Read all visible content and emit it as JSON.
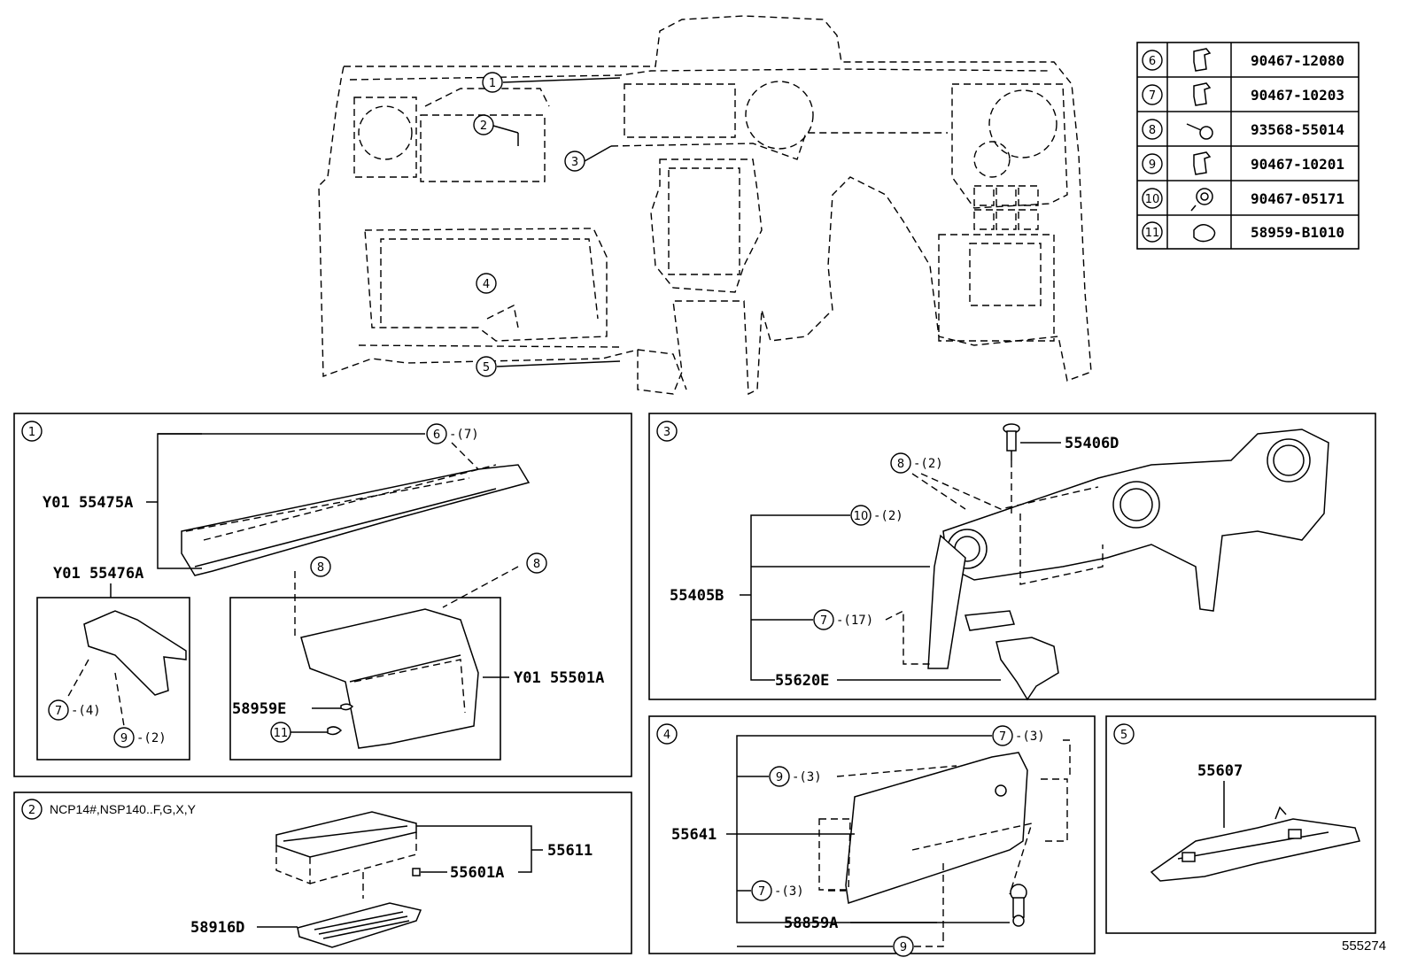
{
  "diagram_id": "555274",
  "main_callouts": [
    "1",
    "2",
    "3",
    "4",
    "5"
  ],
  "fastener_table": [
    {
      "ref": "6",
      "part_no": "90467-12080",
      "icon": "clip-icon"
    },
    {
      "ref": "7",
      "part_no": "90467-10203",
      "icon": "clip-icon"
    },
    {
      "ref": "8",
      "part_no": "93568-55014",
      "icon": "screw-icon"
    },
    {
      "ref": "9",
      "part_no": "90467-10201",
      "icon": "clip-icon"
    },
    {
      "ref": "10",
      "part_no": "90467-05171",
      "icon": "push-rivet-icon"
    },
    {
      "ref": "11",
      "part_no": "58959-B1010",
      "icon": "cushion-icon"
    }
  ],
  "panel1": {
    "ref": "1",
    "parts": {
      "upper_panel": "Y01 55475A",
      "side_piece": "Y01 55476A",
      "box_assy": "Y01 55501A",
      "cushion": "58959E"
    },
    "callouts": {
      "c6": {
        "ref": "6",
        "qty": "-(7)"
      },
      "c8a": {
        "ref": "8",
        "qty": ""
      },
      "c8b": {
        "ref": "8",
        "qty": ""
      },
      "c7": {
        "ref": "7",
        "qty": "-(4)"
      },
      "c9": {
        "ref": "9",
        "qty": "-(2)"
      },
      "c11": {
        "ref": "11",
        "qty": ""
      }
    }
  },
  "panel2": {
    "ref": "2",
    "variant": "NCP14#,NSP140..F,G,X,Y",
    "parts": {
      "tray_assy": "55611",
      "tray": "55601A",
      "mat": "58916D"
    }
  },
  "panel3": {
    "ref": "3",
    "parts": {
      "panel": "55405B",
      "screw": "55406D",
      "lower": "55620E"
    },
    "callouts": {
      "c8": {
        "ref": "8",
        "qty": "-(2)"
      },
      "c10": {
        "ref": "10",
        "qty": "-(2)"
      },
      "c7": {
        "ref": "7",
        "qty": "-(17)"
      }
    }
  },
  "panel4": {
    "ref": "4",
    "parts": {
      "door": "55641",
      "lock": "58859A"
    },
    "callouts": {
      "c7a": {
        "ref": "7",
        "qty": "-(3)"
      },
      "c9a": {
        "ref": "9",
        "qty": "-(3)"
      },
      "c7b": {
        "ref": "7",
        "qty": "-(3)"
      },
      "c9b": {
        "ref": "9",
        "qty": ""
      }
    }
  },
  "panel5": {
    "ref": "5",
    "parts": {
      "brace": "55607"
    }
  }
}
